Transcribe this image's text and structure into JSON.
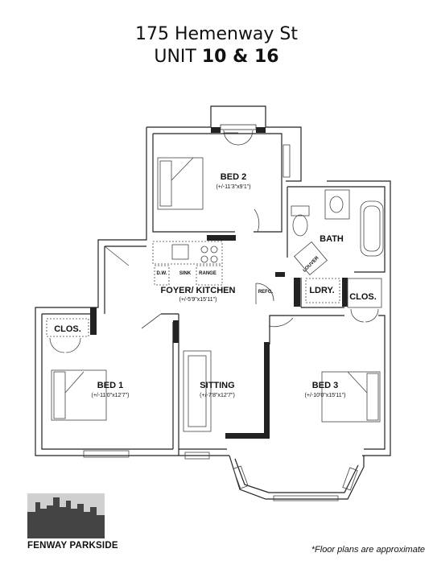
{
  "header": {
    "address": "175 Hemenway St",
    "unit_prefix": "UNIT",
    "unit_numbers": "10 & 16"
  },
  "rooms": {
    "bed2": {
      "name": "BED 2",
      "dim": "(+/-11'3\"x9'1\")"
    },
    "bath": {
      "name": "BATH"
    },
    "foyer_kitchen": {
      "name": "FOYER/ KITCHEN",
      "dim": "(+/-5'9\"x15'11\")"
    },
    "bed1": {
      "name": "BED 1",
      "dim": "(+/-11'0\"x12'7\")"
    },
    "sitting": {
      "name": "SITTING",
      "dim": "(+/-7'8\"x12'7\")"
    },
    "bed3": {
      "name": "BED 3",
      "dim": "(+/-10'0\"x15'11\")"
    }
  },
  "fixtures": {
    "dw": "D.W.",
    "sink": "SINK",
    "range": "RANGE",
    "refg": "REFG.",
    "louver": "LOUVER",
    "ldry": "LDRY.",
    "clos": "CLOS."
  },
  "brand": "FENWAY PARKSIDE",
  "footer_note": "*Floor plans are approximate"
}
